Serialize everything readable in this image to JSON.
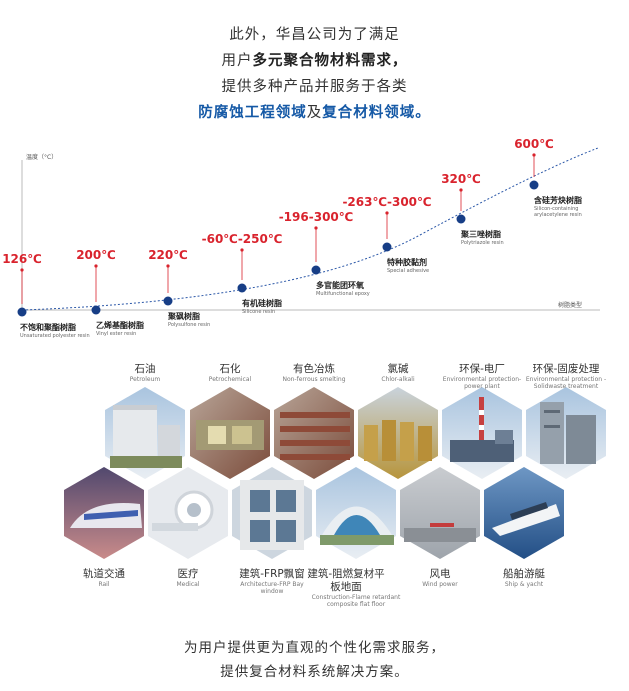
{
  "intro": {
    "l1": "此外，华昌公司为了满足",
    "l2a": "用户",
    "l2b": "多元聚合物材料需求，",
    "l3": "提供多种产品并服务于各类",
    "l4a": "防腐蚀工程领域",
    "l4b": "及",
    "l4c": "复合材料领域。"
  },
  "axes": {
    "y_label": "温度（°C）",
    "x_label": "树脂类型"
  },
  "chart_data": {
    "type": "scatter",
    "xlabel": "树脂类型",
    "ylabel": "温度（°C）",
    "points": [
      {
        "x": "不饱和聚酯树脂",
        "en": "Unsaturated polyester resin",
        "y_label": "126℃"
      },
      {
        "x": "乙烯基酯树脂",
        "en": "Vinyl ester resin",
        "y_label": "200℃"
      },
      {
        "x": "聚砜树脂",
        "en": "Polysulfone resin",
        "y_label": "220℃"
      },
      {
        "x": "有机硅树脂",
        "en": "Silicone resin",
        "y_label": "-60℃-250℃"
      },
      {
        "x": "多官能团环氧",
        "en": "Multifunctional epoxy",
        "y_label": "-196-300℃"
      },
      {
        "x": "特种胶黏剂",
        "en": "Special adhesive",
        "y_label": "-263℃-300℃"
      },
      {
        "x": "聚三唑树脂",
        "en": "Polytriazole resin",
        "y_label": "320℃"
      },
      {
        "x": "含硅芳炔树脂",
        "en": "Silicon-containing arylacetylene resin",
        "y_label": "600℃"
      }
    ]
  },
  "applications": {
    "top": [
      {
        "cn": "石油",
        "en": "Petroleum"
      },
      {
        "cn": "石化",
        "en": "Petrochemical"
      },
      {
        "cn": "有色冶炼",
        "en": "Non-ferrous smelting"
      },
      {
        "cn": "氯碱",
        "en": "Chlor-alkali"
      },
      {
        "cn": "环保-电厂",
        "en": "Environmental protection-power plant"
      },
      {
        "cn": "环保-固废处理",
        "en": "Environmental protection -Solidwaste treatment"
      }
    ],
    "bottom": [
      {
        "cn": "轨道交通",
        "en": "Rail"
      },
      {
        "cn": "医疗",
        "en": "Medical"
      },
      {
        "cn": "建筑-FRP飘窗",
        "en": "Architecture-FRP Bay window"
      },
      {
        "cn": "建筑-阻燃复材平板地面",
        "en": "Construction-Flame retardant composite flat floor"
      },
      {
        "cn": "风电",
        "en": "Wind power"
      },
      {
        "cn": "船舶游艇",
        "en": "Ship & yacht"
      }
    ]
  },
  "outro": {
    "l1": "为用户提供更为直观的个性化需求服务，",
    "l2": "提供复合材料系统解决方案。"
  },
  "colors": {
    "accent_red": "#d9232d",
    "accent_blue": "#1559a6",
    "dot": "#173e86"
  }
}
